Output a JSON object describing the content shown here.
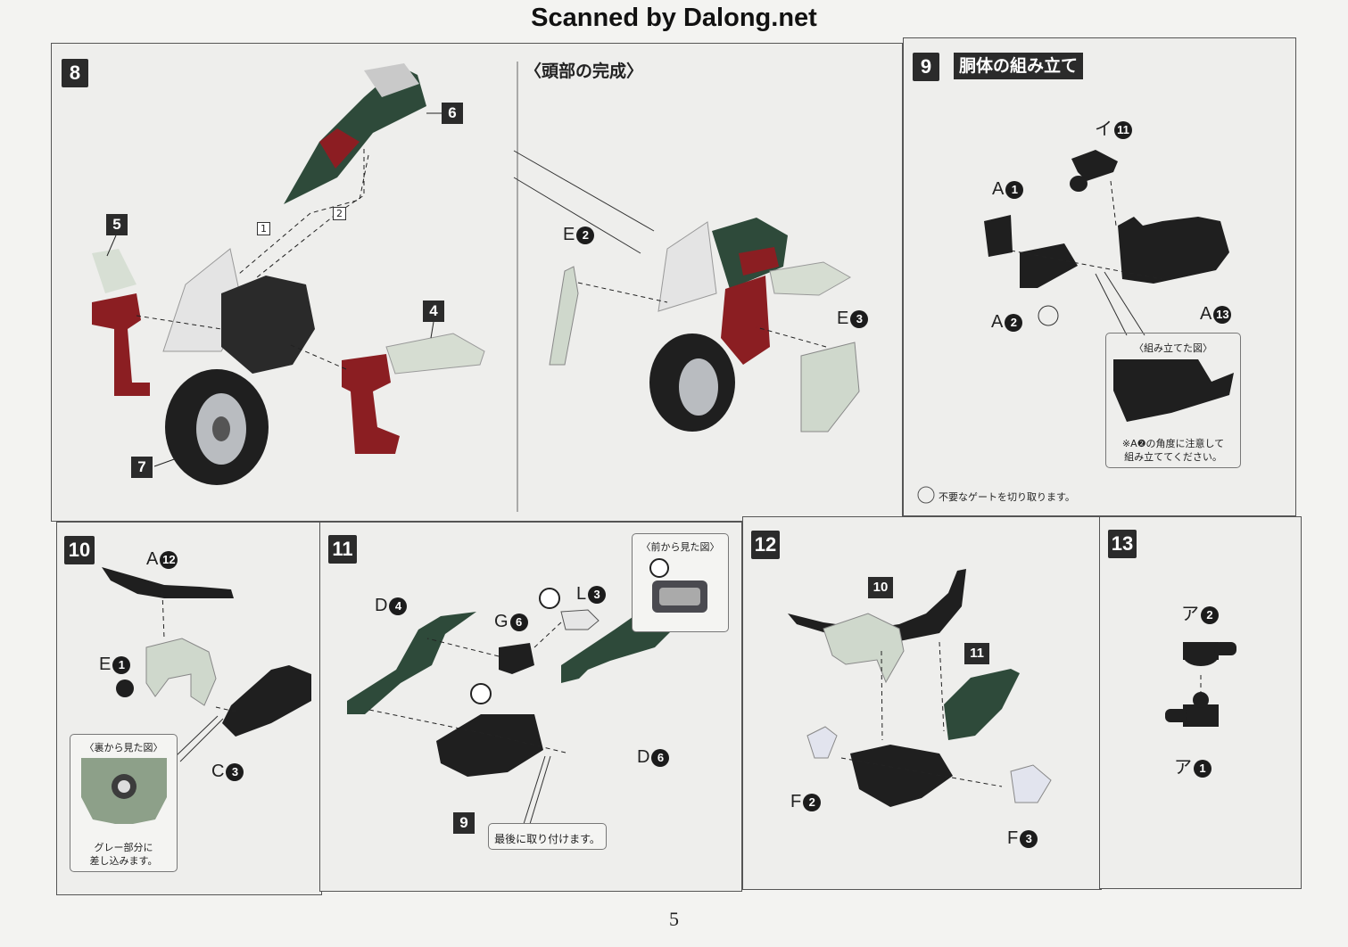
{
  "header": {
    "scanned_by": "Scanned by Dalong.net"
  },
  "page_number": "5",
  "step8": {
    "number": "8",
    "subtitle": "〈頭部の完成〉",
    "tags": [
      "6",
      "5",
      "4",
      "7"
    ],
    "arrow_marks": [
      "1",
      "2"
    ],
    "labels": [
      {
        "letter": "E",
        "num": "2"
      },
      {
        "letter": "E",
        "num": "3"
      }
    ]
  },
  "step9": {
    "number": "9",
    "title": "胴体の組み立て",
    "labels": [
      {
        "letter": "イ",
        "num": "11"
      },
      {
        "letter": "A",
        "num": "1"
      },
      {
        "letter": "A",
        "num": "2"
      },
      {
        "letter": "A",
        "num": "13"
      }
    ],
    "callout_title": "〈組み立てた図〉",
    "callout_note_1": "※A❷の角度に注意して",
    "callout_note_2": "組み立ててください。",
    "footnote": "不要なゲートを切り取ります。"
  },
  "step10": {
    "number": "10",
    "labels": [
      {
        "letter": "A",
        "num": "12"
      },
      {
        "letter": "E",
        "num": "1"
      },
      {
        "letter": "C",
        "num": "3"
      }
    ],
    "callout_title": "〈裏から見た図〉",
    "callout_note_1": "グレー部分に",
    "callout_note_2": "差し込みます。"
  },
  "step11": {
    "number": "11",
    "labels": [
      {
        "letter": "D",
        "num": "4"
      },
      {
        "letter": "G",
        "num": "6"
      },
      {
        "letter": "L",
        "num": "3"
      },
      {
        "letter": "D",
        "num": "6"
      }
    ],
    "tag": "9",
    "callout_title": "〈前から見た図〉",
    "note": "最後に取り付けます。"
  },
  "step12": {
    "number": "12",
    "tags": [
      "10",
      "11"
    ],
    "labels": [
      {
        "letter": "F",
        "num": "2"
      },
      {
        "letter": "F",
        "num": "3"
      }
    ]
  },
  "step13": {
    "number": "13",
    "labels": [
      {
        "letter": "ア",
        "num": "2"
      },
      {
        "letter": "ア",
        "num": "1"
      }
    ]
  }
}
